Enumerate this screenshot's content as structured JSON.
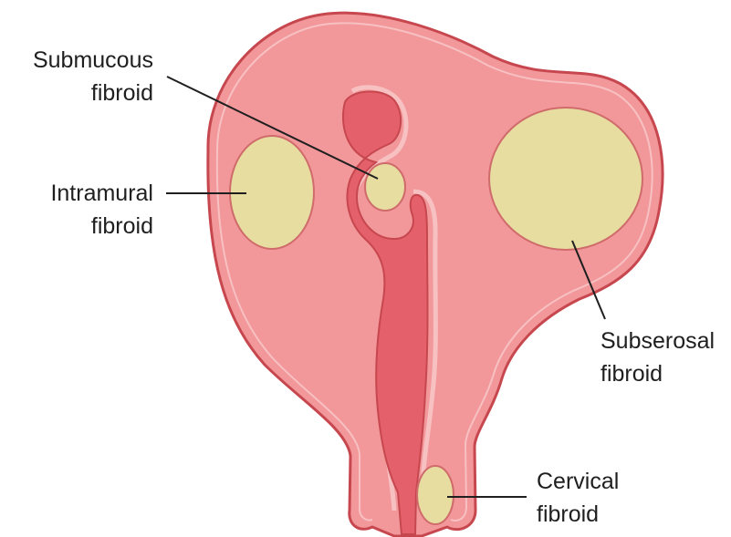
{
  "colors": {
    "outline": "#c7474f",
    "wall": "#f2979a",
    "wall_inner_line": "#f7c1c2",
    "cavity": "#e4606b",
    "fibroid": "#e8dda0",
    "fibroid_outline": "#cf6b6b",
    "leader_line": "#1f1f1f",
    "text": "#1f1f1f"
  },
  "labels": {
    "submucous": {
      "line1": "Submucous",
      "line2": "fibroid"
    },
    "intramural": {
      "line1": "Intramural",
      "line2": "fibroid"
    },
    "subserosal": {
      "line1": "Subserosal",
      "line2": "fibroid"
    },
    "cervical": {
      "line1": "Cervical",
      "line2": "fibroid"
    }
  }
}
